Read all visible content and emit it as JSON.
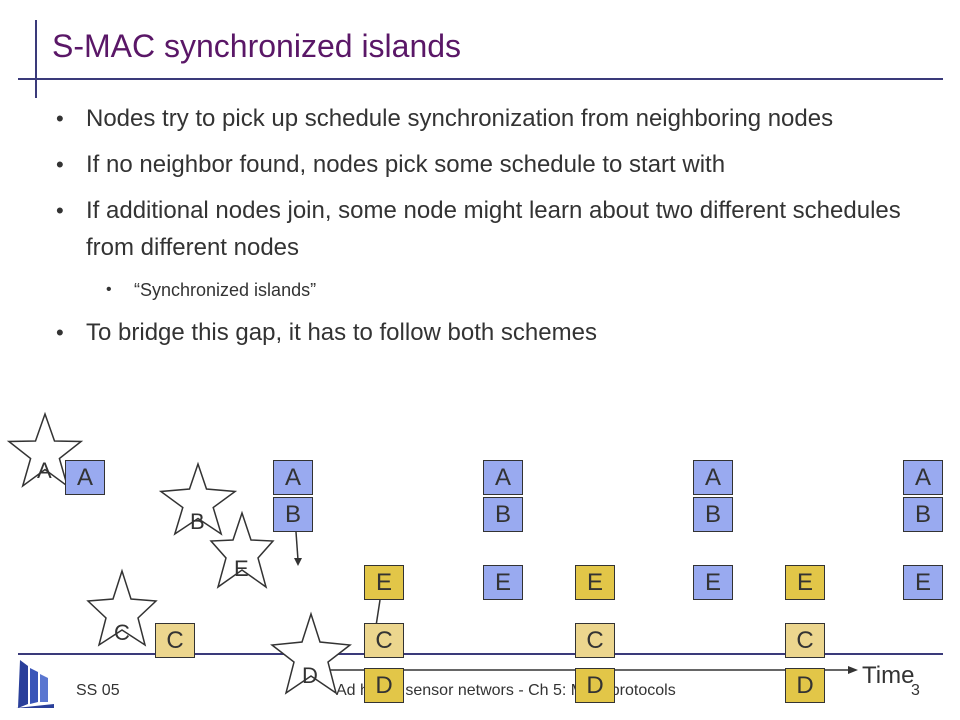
{
  "slide": {
    "title": "S-MAC synchronized islands",
    "bullets": [
      "Nodes try to pick up schedule synchronization from neighboring nodes",
      "If no neighbor found, nodes pick some schedule to start with",
      "If additional nodes join, some node might learn about two different schedules from different nodes"
    ],
    "sub_bullet": "“Synchronized islands”",
    "last_bullet": "To bridge this gap, it has to follow both schemes"
  },
  "diagram": {
    "stars": {
      "a": "A",
      "b": "B",
      "c": "C",
      "d": "D",
      "e": "E"
    },
    "boxes": {
      "a": "A",
      "b": "B",
      "c": "C",
      "d": "D",
      "e": "E"
    },
    "time_label": "Time",
    "colors": {
      "ab": "#99aaf0",
      "e": "#e2c648",
      "cd": "#ecd68e"
    }
  },
  "footer": {
    "left": "SS 05",
    "center": "Ad hoc & sensor networs - Ch 5: MAC protocols",
    "page": "3"
  }
}
